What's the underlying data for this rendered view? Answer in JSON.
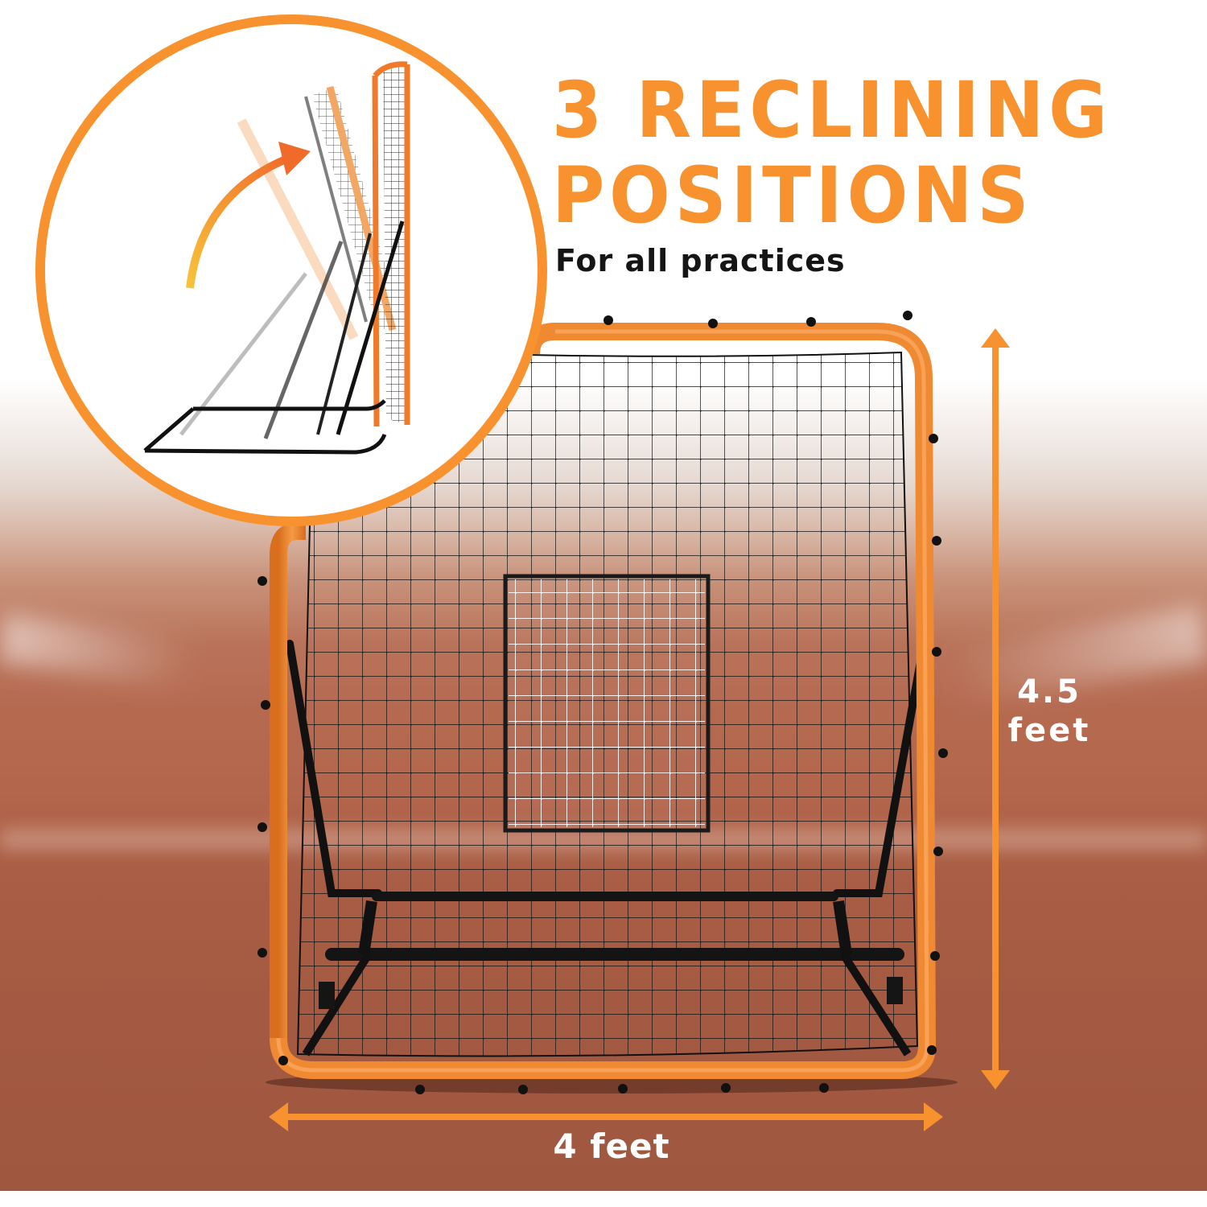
{
  "headline": {
    "line1": "3 RECLINING",
    "line2": "POSITIONS",
    "subtitle": "For all practices"
  },
  "dimensions": {
    "height_value": "4.5",
    "height_unit": "feet",
    "width_label": "4 feet"
  },
  "inset": {
    "description": "Side view showing three reclining angle positions of the net frame",
    "positions_count": 3
  },
  "product": {
    "description": "Orange-framed pitching rebound net with black netting and white strike-zone target"
  },
  "colors": {
    "accent_orange": "#f7922f",
    "frame_orange": "#f08a32",
    "net_black": "#111111",
    "target_white": "#ffffff",
    "subtitle_black": "#151515",
    "clay": "#b4664c"
  }
}
